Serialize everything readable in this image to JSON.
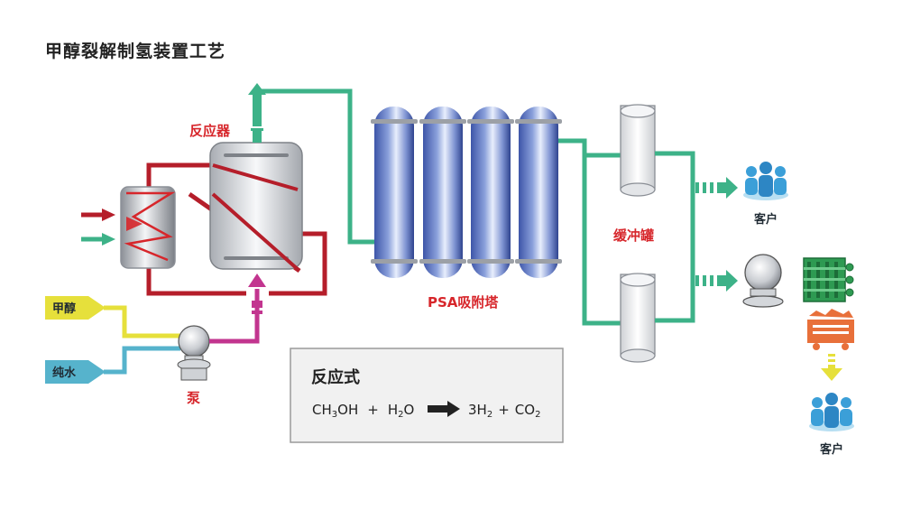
{
  "title": "甲醇裂解制氢装置工艺",
  "labels": {
    "reactor": "反应器",
    "psa": "PSA吸附塔",
    "buffer": "缓冲罐",
    "pump": "泵",
    "methanol": "甲醇",
    "water": "纯水",
    "customer_top": "客户",
    "customer_bottom": "客户"
  },
  "reaction": {
    "title": "反应式",
    "left_1": "CH",
    "left_1_sub": "3",
    "left_1_tail": "OH",
    "plus_1": "+",
    "left_2": "H",
    "left_2_sub": "2",
    "left_2_tail": "O",
    "right_1": "3H",
    "right_1_sub": "2",
    "plus_2": "+",
    "right_2": "CO",
    "right_2_sub": "2"
  },
  "colors": {
    "red_line": "#b51e2a",
    "green_line": "#3db288",
    "pink_line": "#c2358f",
    "yellow_line": "#e6e03b",
    "blue_line": "#56b3cc",
    "label_red": "#d7262b",
    "person_blue": "#3b9fd8"
  }
}
